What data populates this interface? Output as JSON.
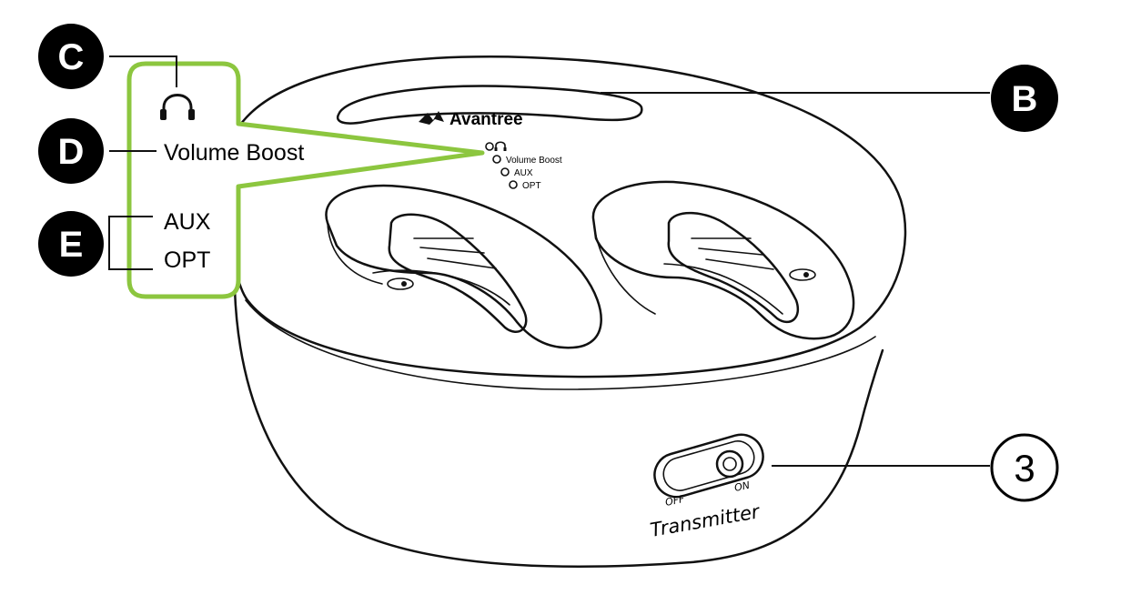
{
  "callouts": {
    "c": "C",
    "d": "D",
    "e": "E",
    "b": "B",
    "three": "3"
  },
  "panel": {
    "volume_boost": "Volume Boost",
    "aux": "AUX",
    "opt": "OPT"
  },
  "device": {
    "brand": "Avantree",
    "led_volume_boost": "Volume Boost",
    "led_aux": "AUX",
    "led_opt": "OPT",
    "switch_off": "OFF",
    "switch_on": "ON",
    "transmitter": "Transmitter"
  },
  "colors": {
    "highlight": "#8cc63f",
    "ink": "#111111",
    "badge": "#000000"
  },
  "icons": {
    "headphone": "headphone-icon",
    "brand_mark": "avantree-bird-icon"
  }
}
